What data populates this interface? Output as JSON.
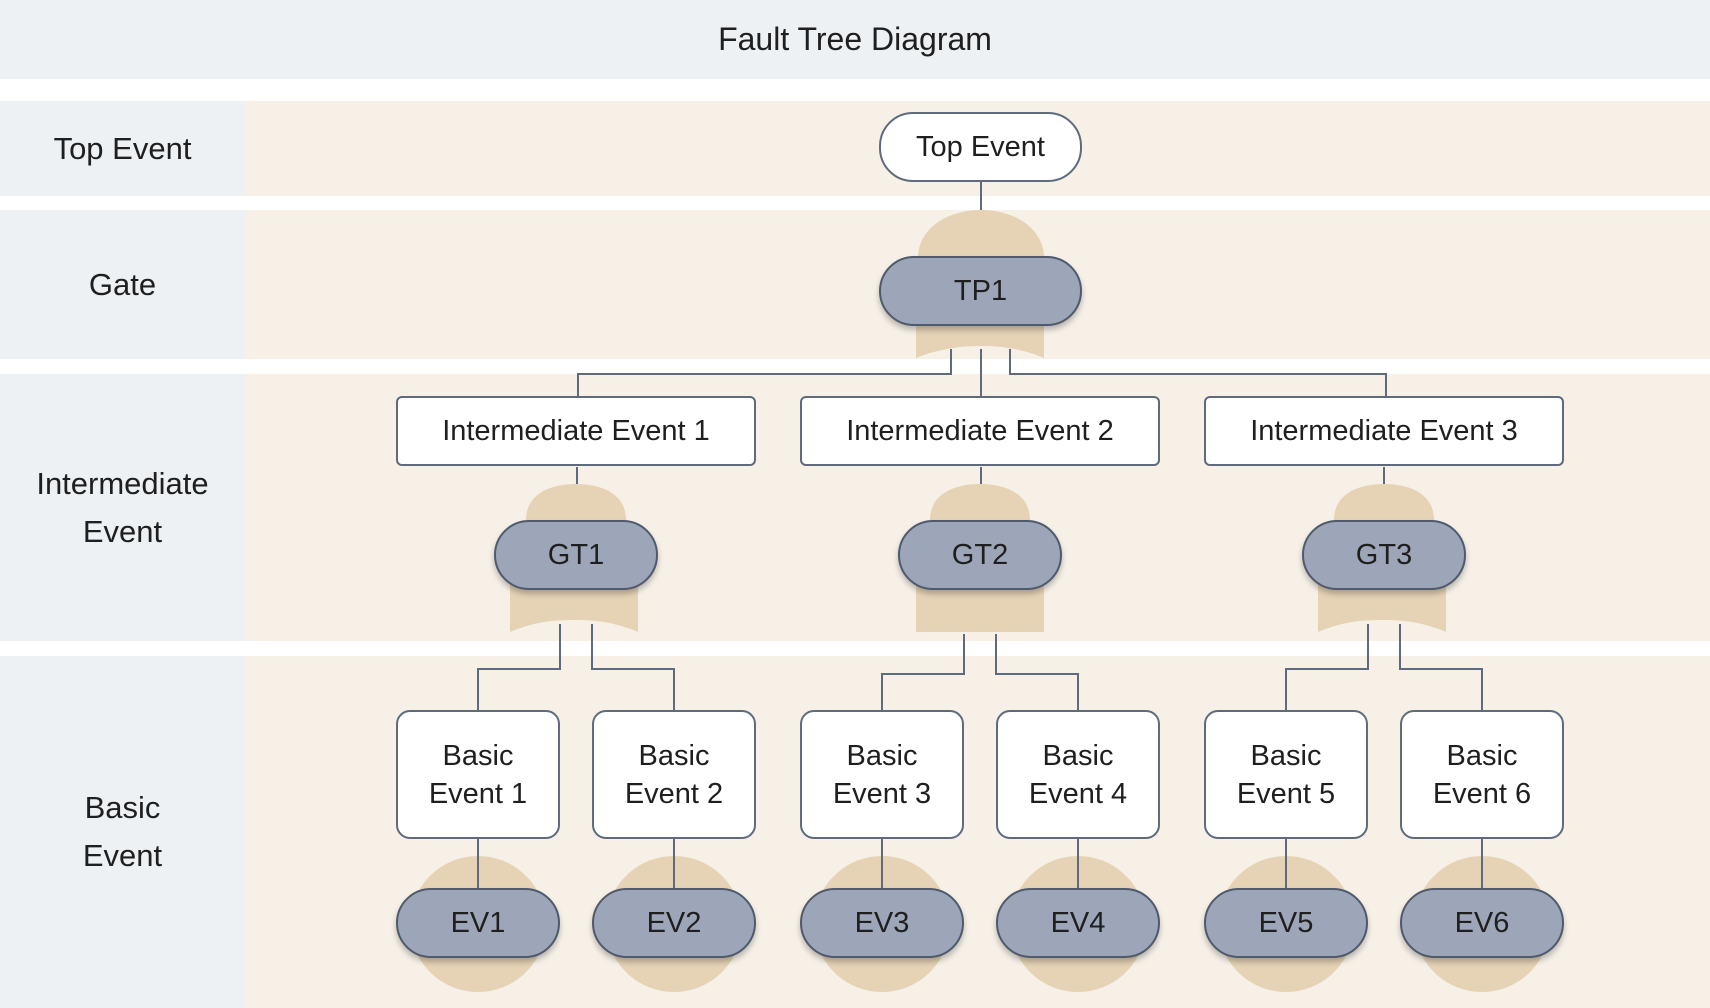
{
  "title": "Fault Tree Diagram",
  "lanes": {
    "top_event": "Top Event",
    "gate": "Gate",
    "intermediate_event": "Intermediate\nEvent",
    "basic_event": "Basic\nEvent"
  },
  "nodes": {
    "top": "Top Event",
    "tp1": "TP1",
    "ie1": "Intermediate Event 1",
    "ie2": "Intermediate Event 2",
    "ie3": "Intermediate Event 3",
    "gt1": "GT1",
    "gt2": "GT2",
    "gt3": "GT3",
    "be1": "Basic\nEvent 1",
    "be2": "Basic\nEvent 2",
    "be3": "Basic\nEvent 3",
    "be4": "Basic\nEvent 4",
    "be5": "Basic\nEvent 5",
    "be6": "Basic\nEvent 6",
    "ev1": "EV1",
    "ev2": "EV2",
    "ev3": "EV3",
    "ev4": "EV4",
    "ev5": "EV5",
    "ev6": "EV6"
  },
  "colors": {
    "lane_bg": "#edf1f4",
    "body_bg": "#f6f0e7",
    "gate_fill": "#9ca6b8",
    "gate_symbol": "#e6d3b5",
    "line": "#5f6b7c"
  }
}
